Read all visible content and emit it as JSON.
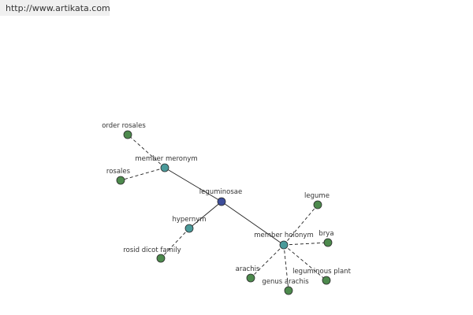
{
  "header": {
    "url": "http://www.artikata.com"
  },
  "colors": {
    "center_node": "#3d4d9a",
    "relation_node": "#4a9a9a",
    "leaf_node": "#4d8a4d",
    "node_stroke": "#2a2a2a",
    "edge": "#222222"
  },
  "graph": {
    "center": {
      "id": "leguminosae",
      "label": "leguminosae"
    },
    "relations": [
      {
        "id": "member-meronym",
        "label": "member meronym",
        "leaves": [
          {
            "id": "order-rosales",
            "label": "order rosales"
          },
          {
            "id": "rosales",
            "label": "rosales"
          }
        ]
      },
      {
        "id": "hypernym",
        "label": "hypernym",
        "leaves": [
          {
            "id": "rosid-dicot-family",
            "label": "rosid dicot family"
          }
        ]
      },
      {
        "id": "member-holonym",
        "label": "member holonym",
        "leaves": [
          {
            "id": "legume",
            "label": "legume"
          },
          {
            "id": "brya",
            "label": "brya"
          },
          {
            "id": "leguminous-plant",
            "label": "leguminous plant"
          },
          {
            "id": "genus-arachis",
            "label": "genus arachis"
          },
          {
            "id": "arachis",
            "label": "arachis"
          }
        ]
      }
    ]
  }
}
